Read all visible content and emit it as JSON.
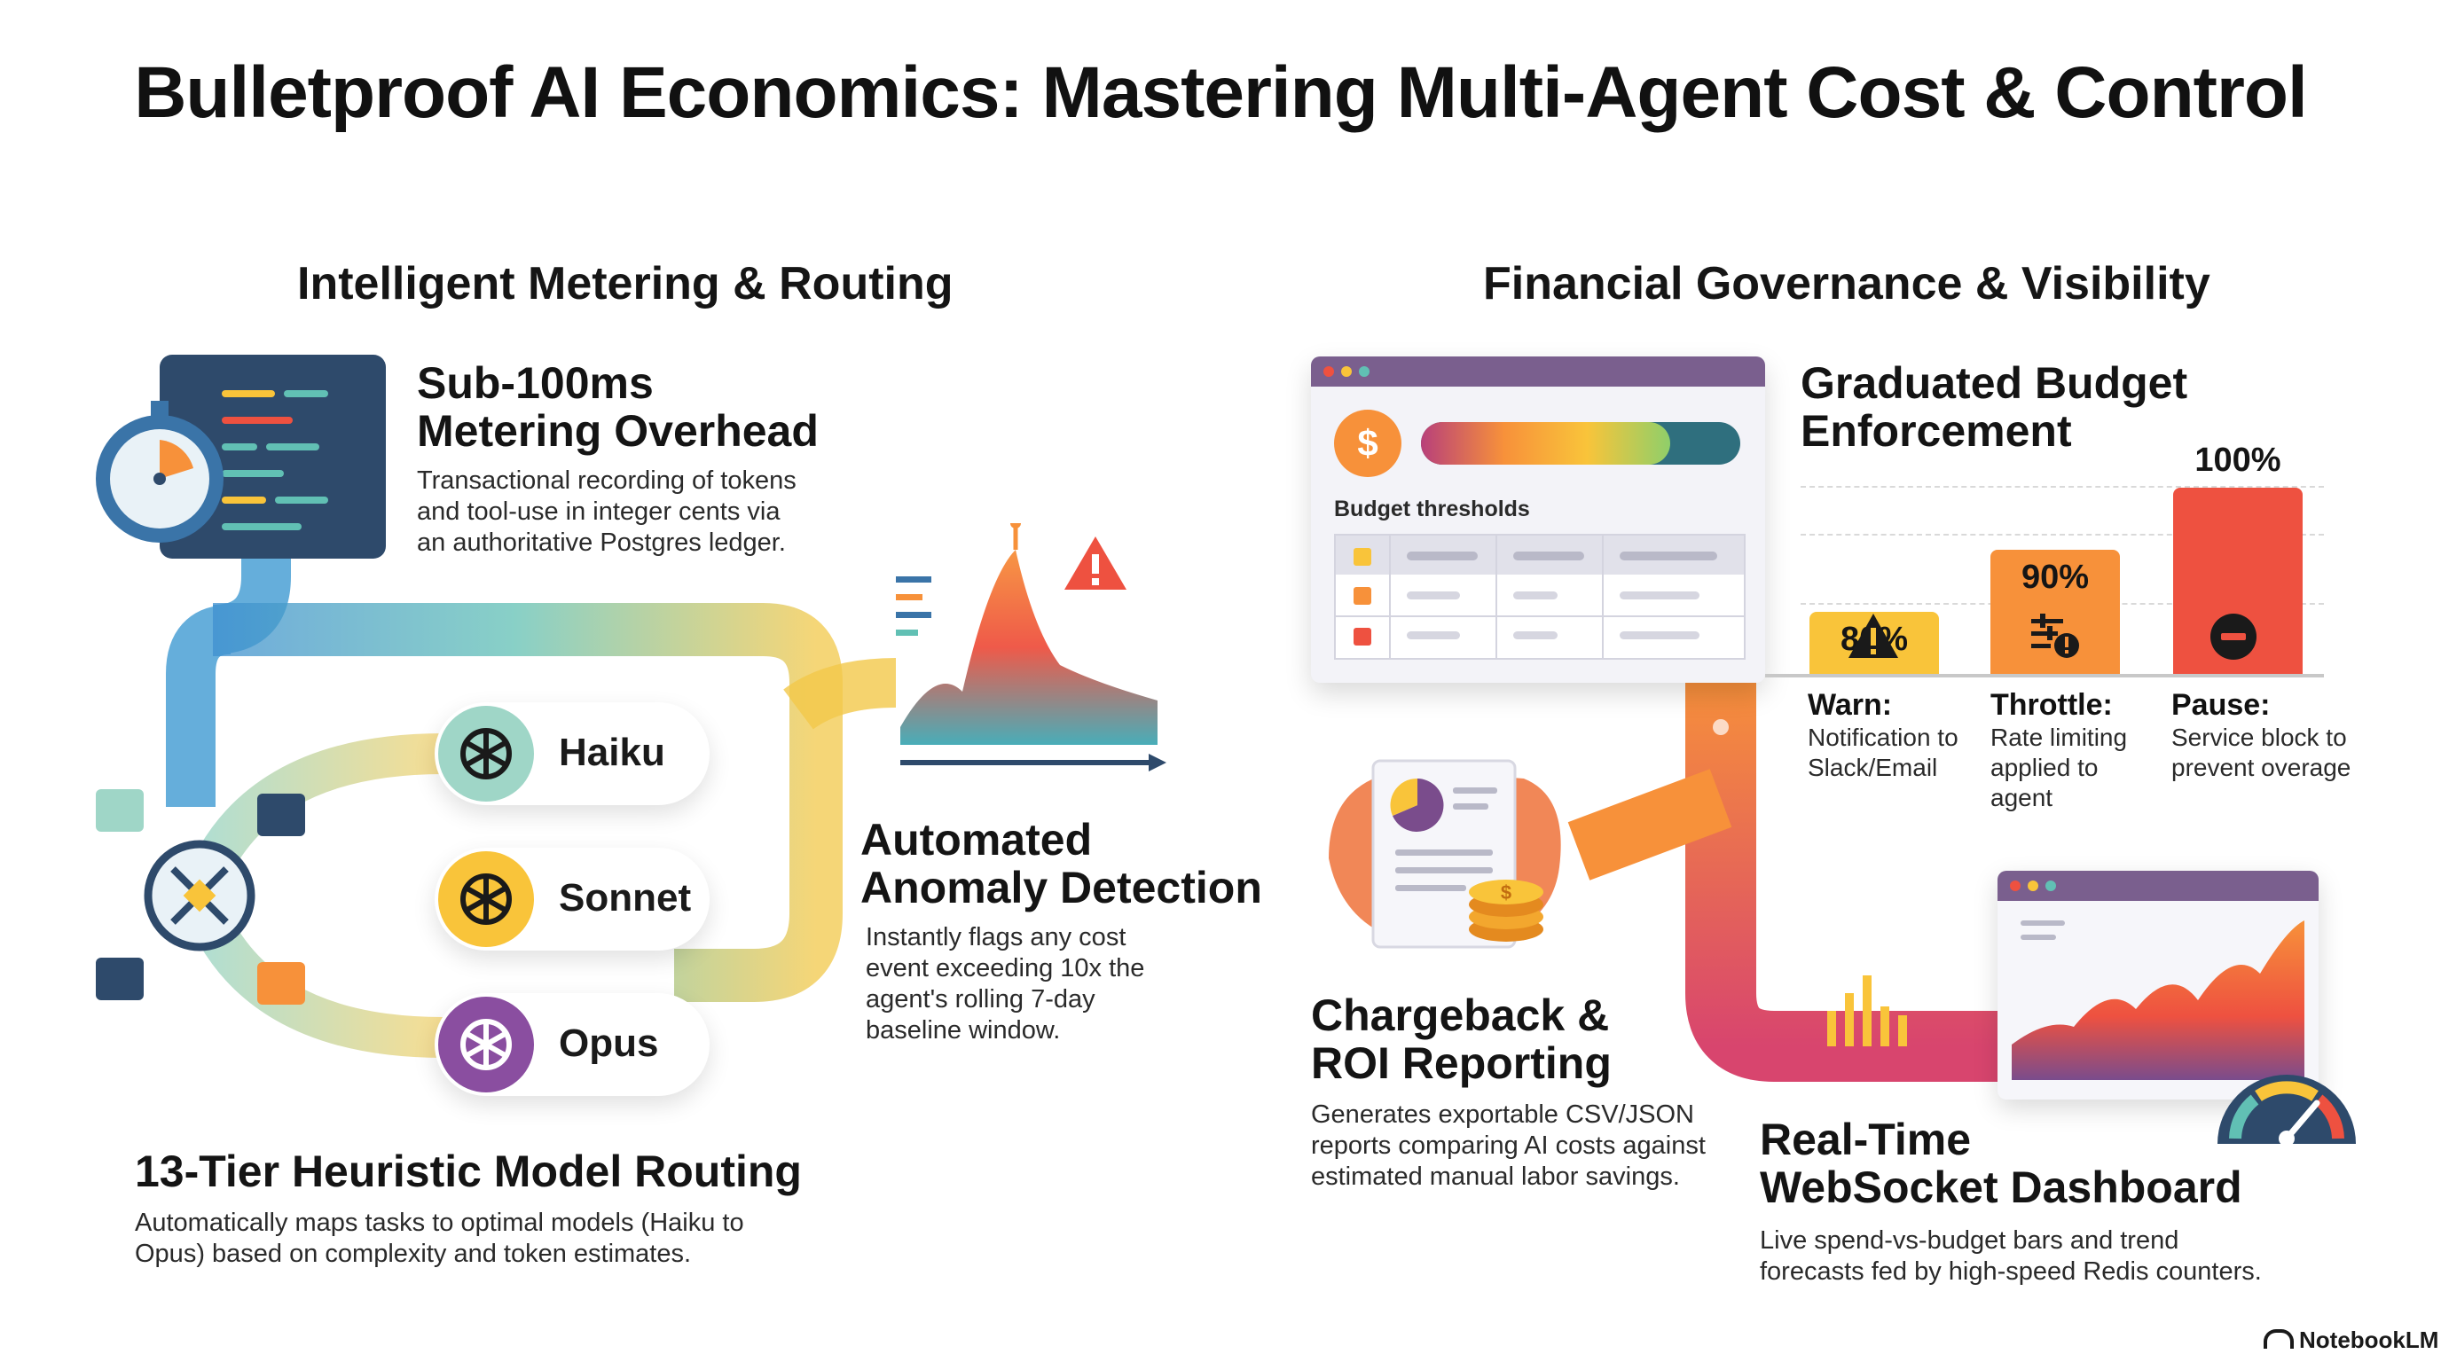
{
  "title": "Bulletproof AI Economics: Mastering Multi-Agent Cost & Control",
  "left": {
    "section": "Intelligent Metering & Routing",
    "metering": {
      "heading1": "Sub-100ms",
      "heading2": "Metering Overhead",
      "desc1": "Transactional recording of tokens",
      "desc2": "and tool-use in integer cents via",
      "desc3": "an authoritative Postgres ledger."
    },
    "models": [
      "Haiku",
      "Sonnet",
      "Opus"
    ],
    "anomaly": {
      "heading1": "Automated",
      "heading2": "Anomaly Detection",
      "desc1": "Instantly flags any cost",
      "desc2": "event exceeding 10x the",
      "desc3": "agent's rolling 7-day",
      "desc4": "baseline window."
    },
    "routing": {
      "heading": "13-Tier Heuristic Model Routing",
      "desc1": "Automatically maps tasks to optimal models (Haiku to",
      "desc2": "Opus) based on complexity and token estimates."
    }
  },
  "right": {
    "section": "Financial Governance & Visibility",
    "budget_panel": {
      "label": "Budget thresholds",
      "fill_fraction": 0.78
    },
    "enforcement": {
      "heading1": "Graduated Budget",
      "heading2": "Enforcement",
      "stages": [
        {
          "pct": "80%",
          "name": "Warn:",
          "desc": [
            "Notification to",
            "Slack/Email"
          ],
          "color": "#f9c43a",
          "level": 0.8
        },
        {
          "pct": "90%",
          "name": "Throttle:",
          "desc": [
            "Rate limiting",
            "applied to",
            "agent"
          ],
          "color": "#f7913a",
          "level": 0.9
        },
        {
          "pct": "100%",
          "name": "Pause:",
          "desc": [
            "Service block to",
            "prevent overage"
          ],
          "color": "#ee5140",
          "level": 1.0
        }
      ]
    },
    "chargeback": {
      "heading1": "Chargeback &",
      "heading2": "ROI Reporting",
      "desc1": "Generates exportable CSV/JSON",
      "desc2": "reports comparing AI costs against",
      "desc3": "estimated manual labor savings."
    },
    "dashboard": {
      "heading1": "Real-Time",
      "heading2": "WebSocket Dashboard",
      "desc1": "Live spend-vs-budget bars and trend",
      "desc2": "forecasts fed by high-speed Redis counters."
    }
  },
  "footer": {
    "brand": "NotebookLM"
  },
  "colors": {
    "yellow": "#f9c43a",
    "orange": "#f7913a",
    "red": "#ee5140",
    "purple": "#7a4c8c",
    "teal": "#3fa9b5",
    "navy": "#2e4a6b"
  }
}
